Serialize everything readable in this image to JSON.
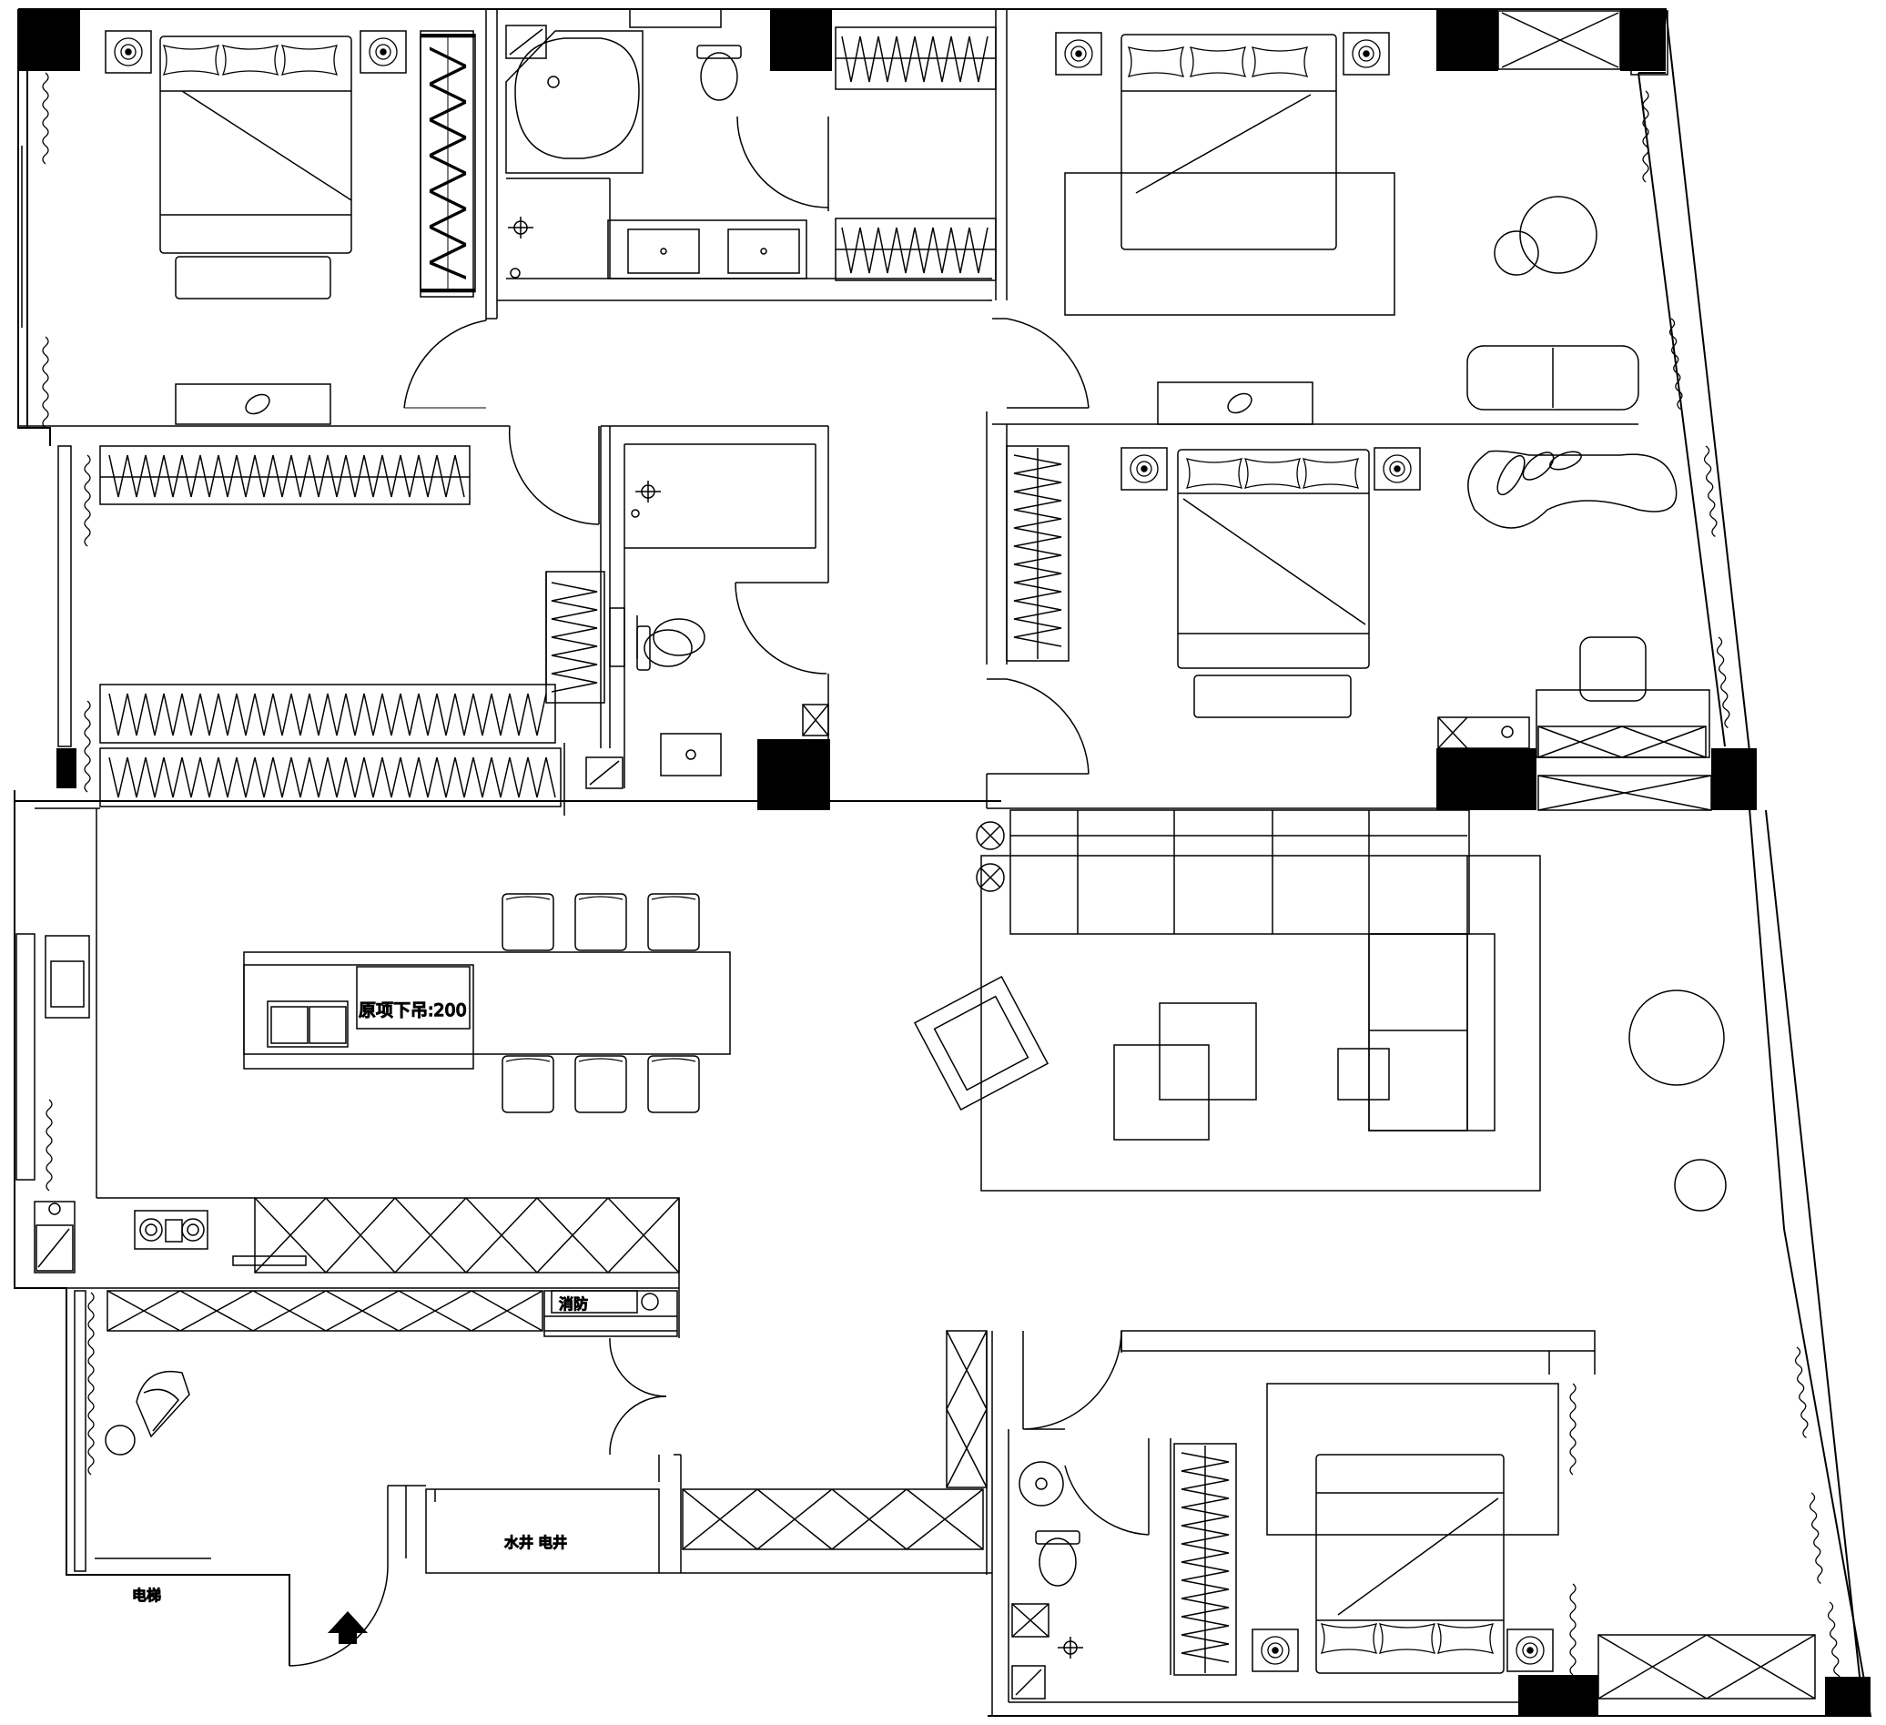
{
  "labels": {
    "ceiling_note": "原项下吊:200",
    "fire_hydrant": "消防",
    "shafts": "水井  电井",
    "elevator": "电梯"
  },
  "icons": {
    "column": "column-icon",
    "bed": "double-bed-icon",
    "toilet": "toilet-icon",
    "basin": "wash-basin-icon",
    "bathtub": "bathtub-icon",
    "shower": "shower-icon",
    "wardrobe": "wardrobe-icon",
    "nightstand": "nightstand-lamp-icon",
    "curtain": "curtain-icon",
    "door": "door-swing-icon",
    "stool": "bar-stool-icon",
    "sofa": "sofa-icon",
    "armchair": "armchair-icon",
    "stove": "gas-hob-icon",
    "entry": "entry-arrow-icon"
  },
  "colors": {
    "line": "#000000",
    "fill_solid": "#000000",
    "background": "#ffffff"
  }
}
